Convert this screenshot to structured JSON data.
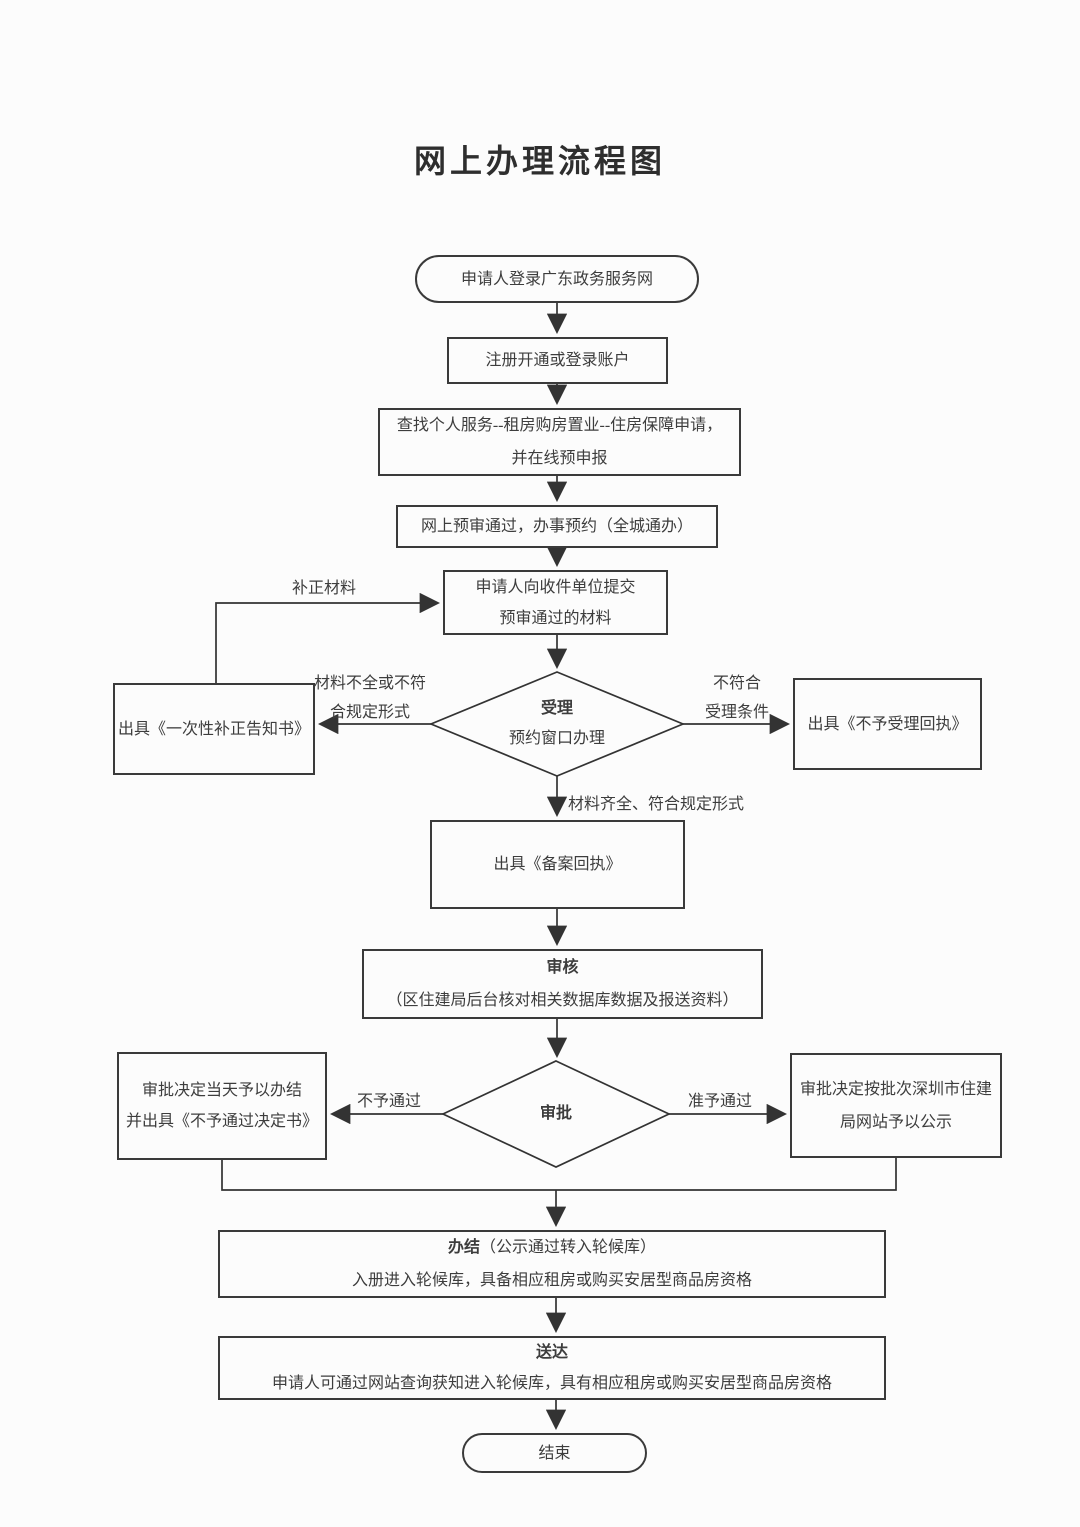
{
  "title": "网上办理流程图",
  "colors": {
    "background": "#fcfcfc",
    "line": "#333333",
    "text": "#3d3d3d"
  },
  "nodes": {
    "start": {
      "type": "terminator",
      "label": "申请人登录广东政务服务网"
    },
    "register": {
      "type": "process",
      "label": "注册开通或登录账户"
    },
    "search": {
      "type": "process",
      "line1": "查找个人服务--租房购房置业--住房保障申请，",
      "line2": "并在线预申报"
    },
    "precheck": {
      "type": "process",
      "label": "网上预审通过，办事预约（全城通办）"
    },
    "submit": {
      "type": "process",
      "line1": "申请人向收件单位提交",
      "line2": "预审通过的材料"
    },
    "accept": {
      "type": "decision",
      "title": "受理",
      "subtitle": "预约窗口办理"
    },
    "correction": {
      "type": "process",
      "label": "出具《一次性补正告知书》"
    },
    "reject": {
      "type": "process",
      "label": "出具《不予受理回执》"
    },
    "record": {
      "type": "process",
      "label": "出具《备案回执》"
    },
    "review": {
      "type": "process",
      "title": "审核",
      "subtitle": "（区住建局后台核对相关数据库数据及报送资料）"
    },
    "approval": {
      "type": "decision",
      "title": "审批"
    },
    "deny": {
      "type": "process",
      "line1": "审批决定当天予以办结",
      "line2": "并出具《不予通过决定书》"
    },
    "publicity": {
      "type": "process",
      "line1": "审批决定按批次深圳市住建",
      "line2": "局网站予以公示"
    },
    "complete": {
      "type": "process",
      "title": "办结",
      "title_rest": "（公示通过转入轮候库）",
      "line2": "入册进入轮候库，具备相应租房或购买安居型商品房资格"
    },
    "delivery": {
      "type": "process",
      "title": "送达",
      "line2": "申请人可通过网站查询获知进入轮候库，具有相应租房或购买安居型商品房资格"
    },
    "end": {
      "type": "terminator",
      "label": "结束"
    }
  },
  "edge_labels": {
    "correction_materials": "补正材料",
    "incomplete1": "材料不全或不符",
    "incomplete2": "合规定形式",
    "unqualified1": "不符合",
    "unqualified2": "受理条件",
    "complete_materials": "材料齐全、符合规定形式",
    "not_approved": "不予通过",
    "approved": "准予通过"
  }
}
